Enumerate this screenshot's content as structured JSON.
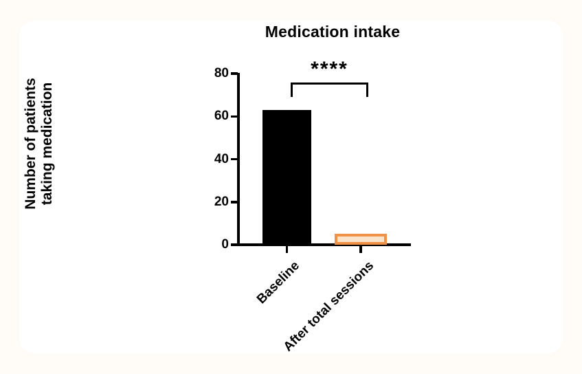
{
  "page": {
    "background": "#FFFCF7",
    "card_background": "#FFFFFF"
  },
  "chart_data": {
    "type": "bar",
    "title": "Medication intake",
    "categories": [
      "Baseline",
      "After total sessions"
    ],
    "values": [
      63,
      5
    ],
    "xlabel": "",
    "ylabel": "Number of patients taking medication",
    "ylabel_lines": [
      "Number of patients",
      "taking medication"
    ],
    "ylim": [
      0,
      80
    ],
    "yticks": [
      0,
      20,
      40,
      60,
      80
    ],
    "grid": false,
    "legend_position": "none",
    "significance": {
      "label": "****",
      "between": [
        "Baseline",
        "After total sessions"
      ]
    },
    "bar_colors": [
      {
        "fill": "#000000",
        "border": "#000000"
      },
      {
        "fill": "#FBE4CC",
        "border": "#EF9245"
      }
    ],
    "axis_color": "#000000",
    "text_color": "#000000"
  }
}
